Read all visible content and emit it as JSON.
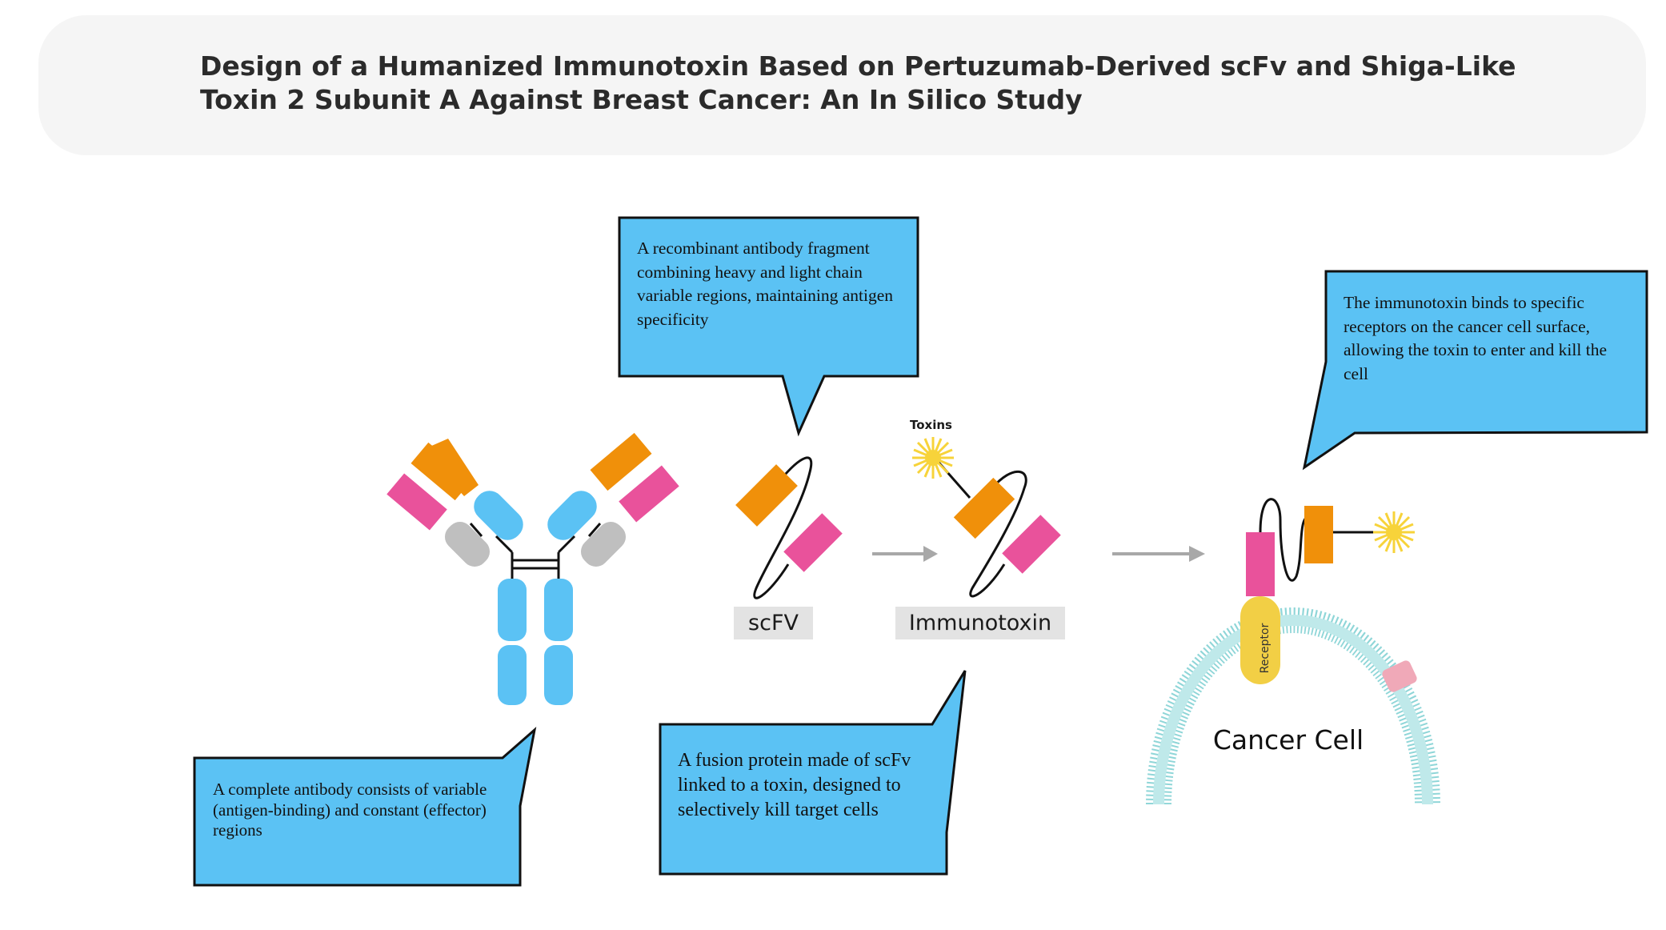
{
  "title": "Design of a Humanized Immunotoxin Based on Pertuzumab-Derived scFv and Shiga-Like Toxin 2 Subunit A Against Breast Cancer: An In Silico Study",
  "labels": {
    "scfv": "scFV",
    "immunotoxin": "Immunotoxin",
    "toxins": "Toxins",
    "receptor": "Receptor",
    "cancer_cell": "Cancer Cell"
  },
  "callouts": {
    "scfv": "A recombinant antibody fragment combining heavy and light chain variable regions, maintaining antigen specificity",
    "cell": "The immunotoxin binds to specific receptors on the cancer cell surface, allowing the toxin to enter and kill the cell",
    "antibody": "A complete antibody consists of variable (antigen-binding) and constant (effector) regions",
    "immunotoxin": "A fusion protein made of scFv linked to a toxin, designed to selectively kill target cells"
  },
  "colors": {
    "callout_fill": "#5bc2f4",
    "heavy_variable": "#f0900a",
    "light_variable": "#e9529b",
    "blue_domain": "#5bc2f4",
    "gray_domain": "#bfbfbf",
    "toxin_star": "#f7d33a",
    "receptor": "#f2cf45",
    "membrane": "#8fd6d8",
    "channel": "#f0a9b8",
    "arrow": "#a8a8a8"
  }
}
